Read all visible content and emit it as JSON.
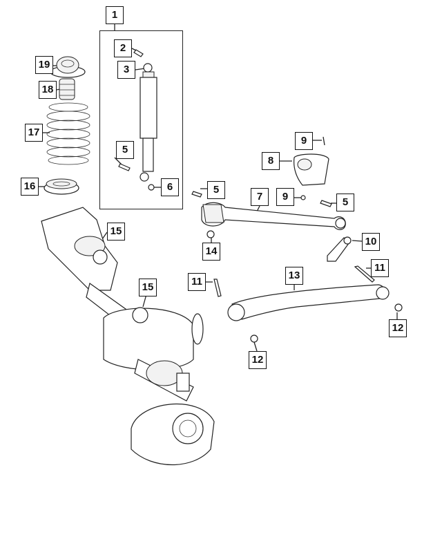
{
  "diagram": {
    "callouts": [
      {
        "id": "c1",
        "number": "1"
      },
      {
        "id": "c2",
        "number": "2"
      },
      {
        "id": "c3",
        "number": "3"
      },
      {
        "id": "c5a",
        "number": "5"
      },
      {
        "id": "c6",
        "number": "6"
      },
      {
        "id": "c19",
        "number": "19"
      },
      {
        "id": "c18",
        "number": "18"
      },
      {
        "id": "c17",
        "number": "17"
      },
      {
        "id": "c16",
        "number": "16"
      },
      {
        "id": "c9a",
        "number": "9"
      },
      {
        "id": "c8",
        "number": "8"
      },
      {
        "id": "c9b",
        "number": "9"
      },
      {
        "id": "c5b",
        "number": "5"
      },
      {
        "id": "c7",
        "number": "7"
      },
      {
        "id": "c5c",
        "number": "5"
      },
      {
        "id": "c14",
        "number": "14"
      },
      {
        "id": "c10",
        "number": "10"
      },
      {
        "id": "c15a",
        "number": "15"
      },
      {
        "id": "c15b",
        "number": "15"
      },
      {
        "id": "c11a",
        "number": "11"
      },
      {
        "id": "c13",
        "number": "13"
      },
      {
        "id": "c11b",
        "number": "11"
      },
      {
        "id": "c12a",
        "number": "12"
      },
      {
        "id": "c12b",
        "number": "12"
      }
    ]
  }
}
